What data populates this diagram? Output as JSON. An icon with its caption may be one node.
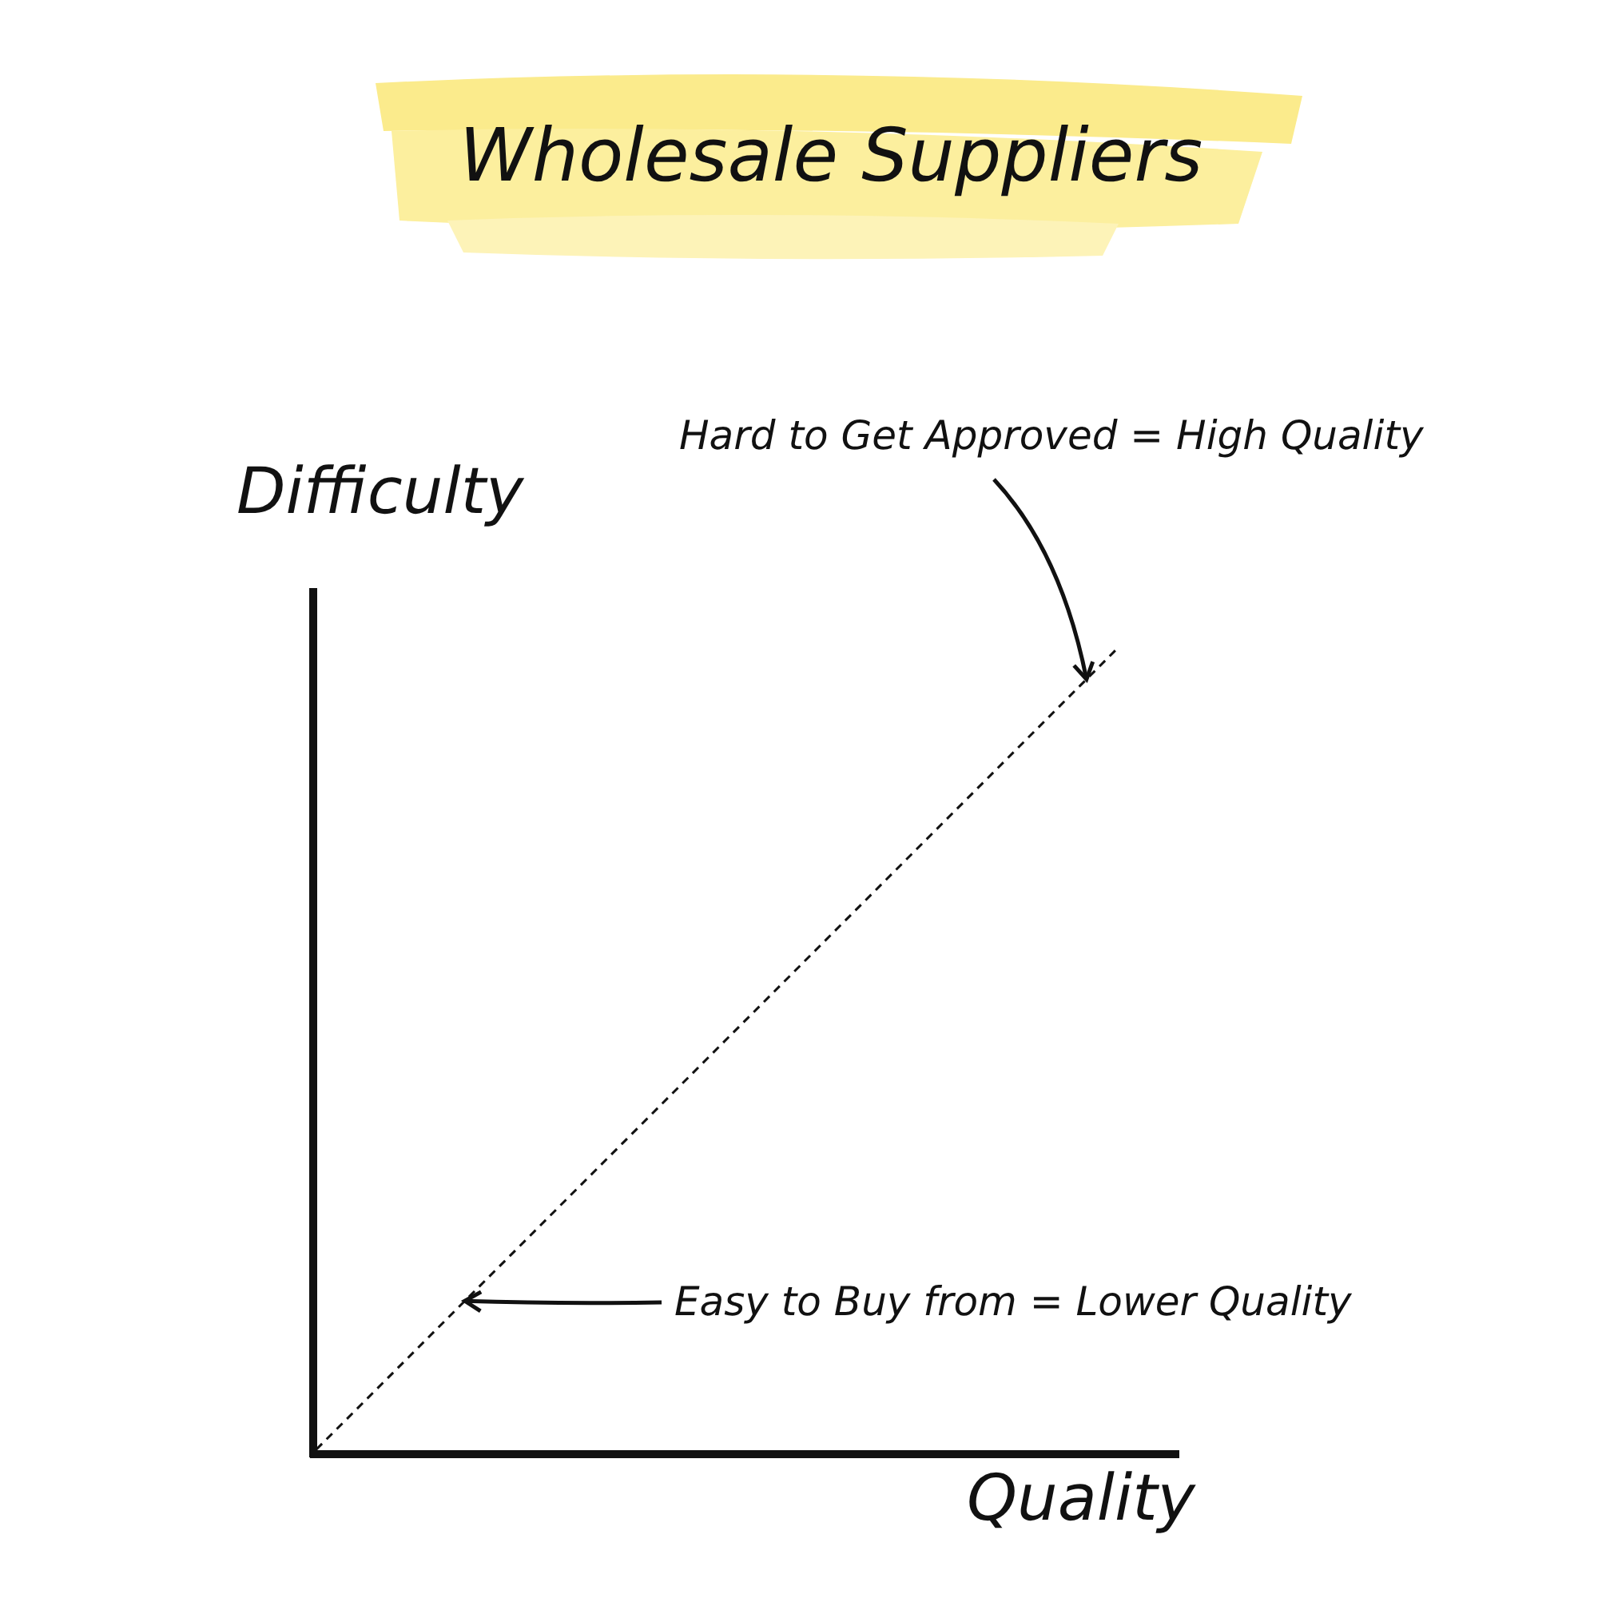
{
  "diagram": {
    "title": "Wholesale Suppliers",
    "nodes": [
      {
        "text": [
          "Hard to Get Approved = High Quality"
        ]
      },
      {
        "text": [
          "Easy to Buy from = Lower Quality"
        ]
      },
      {
        "text": [],
        "shape": "line"
      }
    ],
    "edges": [
      {
        "from": 0,
        "to": 2,
        "arrow": "to"
      },
      {
        "from": 1,
        "to": 2,
        "arrow": "to"
      }
    ],
    "labels": [
      "Difficulty",
      "Quality"
    ]
  }
}
